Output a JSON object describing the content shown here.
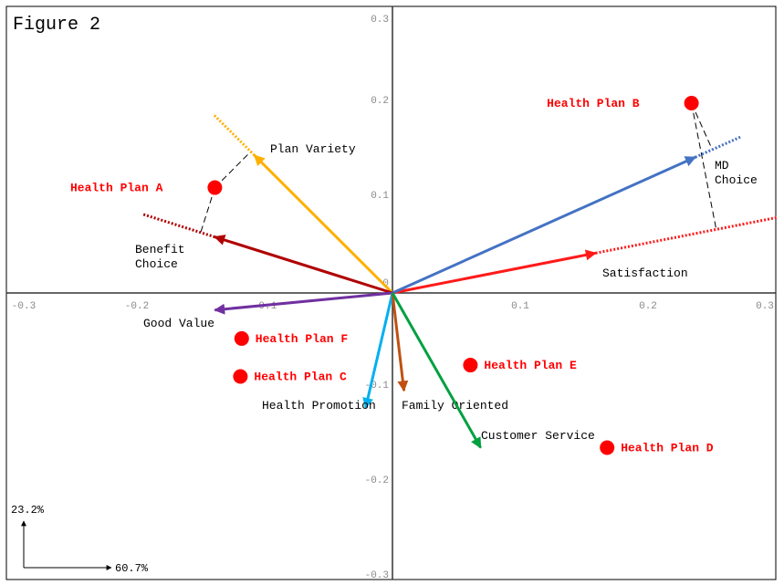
{
  "chart_data": {
    "type": "scatter",
    "subtype": "biplot",
    "title": "Figure 2",
    "xlim": [
      -0.3,
      0.3
    ],
    "ylim": [
      -0.3,
      0.3
    ],
    "x_ticks": [
      "-0.3",
      "-0.2",
      "-0.1",
      "0",
      "0.1",
      "0.2",
      "0.3"
    ],
    "x_tick_values": [
      -0.3,
      -0.2,
      -0.1,
      0,
      0.1,
      0.2,
      0.3
    ],
    "y_ticks": [
      "0.3",
      "0.2",
      "0.1",
      "0",
      "-0.1",
      "-0.2",
      "-0.3"
    ],
    "y_tick_values": [
      0.3,
      0.2,
      0.1,
      0,
      -0.1,
      -0.2,
      -0.3
    ],
    "axis_variance": {
      "x_label": "60.7%",
      "y_label": "23.2%"
    },
    "points": [
      {
        "name": "Health Plan A",
        "x": -0.139,
        "y": 0.111,
        "label_side": "left"
      },
      {
        "name": "Health Plan B",
        "x": 0.234,
        "y": 0.2,
        "label_side": "left"
      },
      {
        "name": "Health Plan C",
        "x": -0.119,
        "y": -0.088,
        "label_side": "right"
      },
      {
        "name": "Health Plan D",
        "x": 0.168,
        "y": -0.163,
        "label_side": "right"
      },
      {
        "name": "Health Plan E",
        "x": 0.061,
        "y": -0.076,
        "label_side": "right"
      },
      {
        "name": "Health Plan F",
        "x": -0.118,
        "y": -0.048,
        "label_side": "right"
      }
    ],
    "point_color": "#ff0000",
    "vectors": [
      {
        "name": "Plan Variety",
        "lines": [
          "Plan Variety"
        ],
        "x": -0.108,
        "y": 0.145,
        "color": "#ffb000",
        "extend": 1.3
      },
      {
        "name": "Satisfaction",
        "lines": [
          "Satisfaction"
        ],
        "x": 0.159,
        "y": 0.042,
        "color": "#ff1a1a",
        "extend": 1.89
      },
      {
        "name": "MD Choice",
        "lines": [
          "MD",
          "Choice"
        ],
        "x": 0.237,
        "y": 0.143,
        "color": "#4472c4",
        "extend": 1.15
      },
      {
        "name": "Benefit Choice",
        "lines": [
          "Benefit",
          "Choice"
        ],
        "x": -0.139,
        "y": 0.059,
        "color": "#b00000",
        "extend": 1.41
      },
      {
        "name": "Good Value",
        "lines": [
          "Good Value"
        ],
        "x": -0.139,
        "y": -0.018,
        "color": "#7030a0"
      },
      {
        "name": "Health Promotion",
        "lines": [
          "Health Promotion"
        ],
        "x": -0.021,
        "y": -0.121,
        "color": "#00b0f0"
      },
      {
        "name": "Family Oriented",
        "lines": [
          "Family Oriented"
        ],
        "x": 0.009,
        "y": -0.103,
        "color": "#c05010"
      },
      {
        "name": "Customer Service",
        "lines": [
          "Customer Service"
        ],
        "x": 0.069,
        "y": -0.163,
        "color": "#00a040"
      }
    ],
    "projections": [
      {
        "point": "Health Plan A",
        "vector": "Plan Variety"
      },
      {
        "point": "Health Plan A",
        "vector": "Benefit Choice"
      },
      {
        "point": "Health Plan B",
        "vector": "MD Choice"
      },
      {
        "point": "Health Plan B",
        "vector": "Satisfaction"
      }
    ],
    "grid": false
  }
}
